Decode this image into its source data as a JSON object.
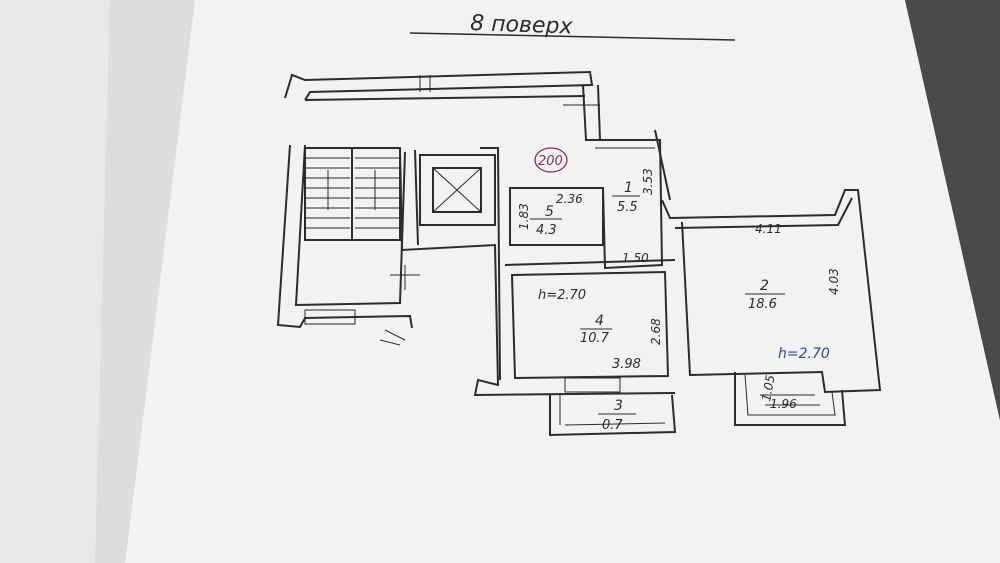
{
  "plan": {
    "title": "8 поверх",
    "stamp": "200",
    "rooms": [
      {
        "number": "1",
        "area": "5.5"
      },
      {
        "number": "2",
        "area": "18.6"
      },
      {
        "number": "3",
        "area": "0.7"
      },
      {
        "number": "4",
        "area": "10.7"
      },
      {
        "number": "5",
        "area": "4.3"
      }
    ],
    "dimensions": {
      "d_2_36": "2.36",
      "d_1_83": "1.83",
      "d_3_53": "3.53",
      "d_1_50": "1.50",
      "d_4_11": "4.11",
      "d_4_03": "4.03",
      "d_2_68": "2.68",
      "d_3_98": "3.98",
      "d_1_05": "1.05",
      "d_1_96": "1.96"
    },
    "heights": {
      "room4": "h=2.70",
      "room2": "h=2.70"
    }
  },
  "colors": {
    "background": "#3a3a3c",
    "paper": "#f4f4f2",
    "pencil": "#2b2b30",
    "blue_ink": "#2c47a6",
    "stamp_ink": "#8a2f6a"
  }
}
